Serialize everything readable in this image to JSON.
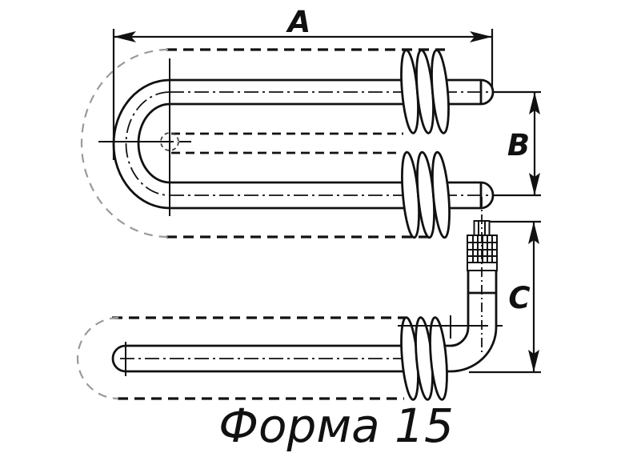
{
  "title": "Форма 15",
  "dimensions": {
    "length_label": "A",
    "leg_spacing_label": "B",
    "end_height_label": "C"
  },
  "colors": {
    "line": "#111111",
    "fin_envelope_gray": "#9a9a9a",
    "background": "#ffffff"
  }
}
